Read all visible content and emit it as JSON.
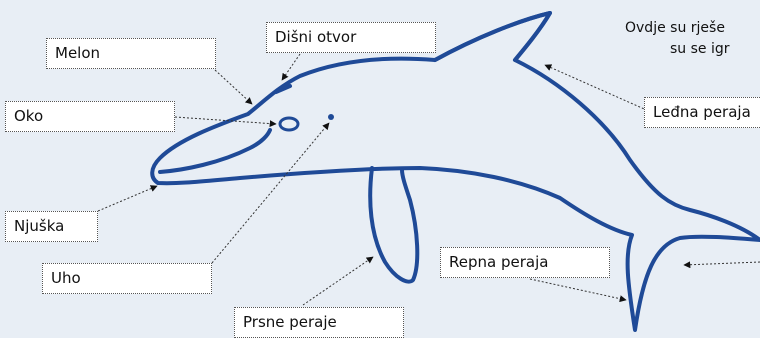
{
  "labels": {
    "melon": "Melon",
    "blowhole": "Dišni otvor",
    "eye": "Oko",
    "snout": "Njuška",
    "ear": "Uho",
    "pectoral": "Prsne peraje",
    "tail": "Repna peraja",
    "dorsal": "Leđna peraja"
  },
  "note": {
    "line1": "Ovdje su rješe",
    "line2": "su se igr"
  },
  "colors": {
    "background": "#e8eef5",
    "outline": "#1f4a97",
    "leader": "#333333"
  }
}
